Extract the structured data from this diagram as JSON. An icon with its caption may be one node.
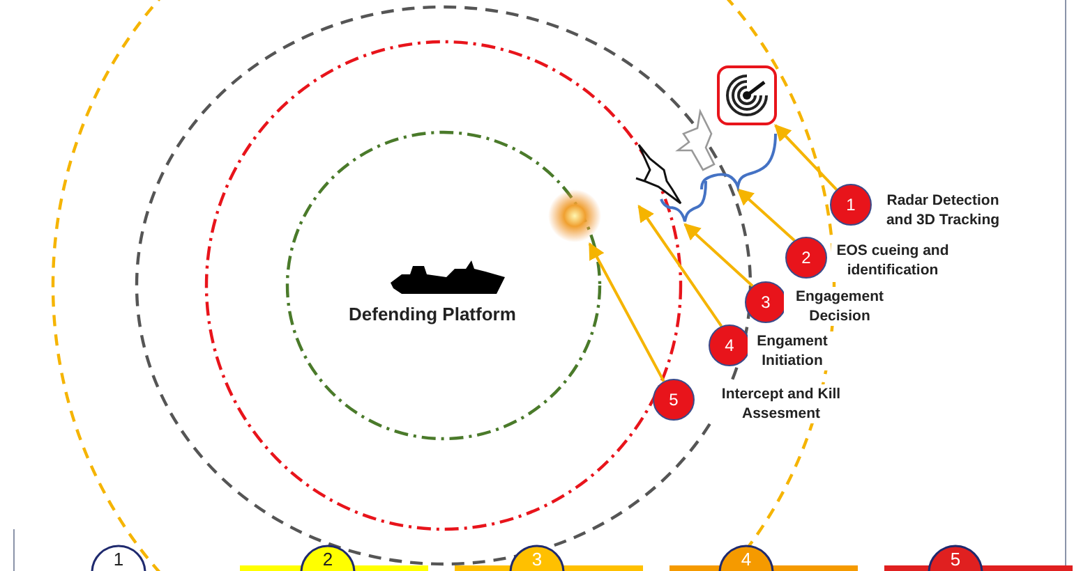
{
  "diagram": {
    "nodes": [
      {
        "text": [
          "Defending Platform"
        ]
      },
      {
        "text": [],
        "shape": "picture"
      },
      {
        "text": [],
        "shape": "picture"
      },
      {
        "text": [],
        "shape": "picture"
      },
      {
        "text": [],
        "shape": "picture"
      },
      {
        "text": [
          "1"
        ],
        "beside": [
          "Radar Detection and 3D Tracking"
        ]
      },
      {
        "text": [
          "2"
        ],
        "beside": [
          "EOS cueing and identification"
        ]
      },
      {
        "text": [
          "3"
        ],
        "beside": [
          "Engagement Decision"
        ]
      },
      {
        "text": [
          "4"
        ],
        "beside": [
          "Engament Initiation"
        ]
      },
      {
        "text": [
          "5"
        ],
        "beside": [
          "Intercept and Kill Assesment"
        ]
      },
      {
        "text": [],
        "shape": "bracket"
      },
      {
        "text": [],
        "shape": "bracket"
      }
    ],
    "edges": [
      {
        "from": 5,
        "to": 4,
        "arrow": "to"
      },
      {
        "from": 6,
        "to": 10,
        "arrow": "to"
      },
      {
        "from": 7,
        "to": 11,
        "arrow": "to"
      },
      {
        "from": 8,
        "to": 2,
        "arrow": "to"
      },
      {
        "from": 9,
        "to": 1,
        "arrow": "to"
      }
    ],
    "labels": [
      "1",
      "2",
      "3",
      "4",
      "5"
    ]
  }
}
